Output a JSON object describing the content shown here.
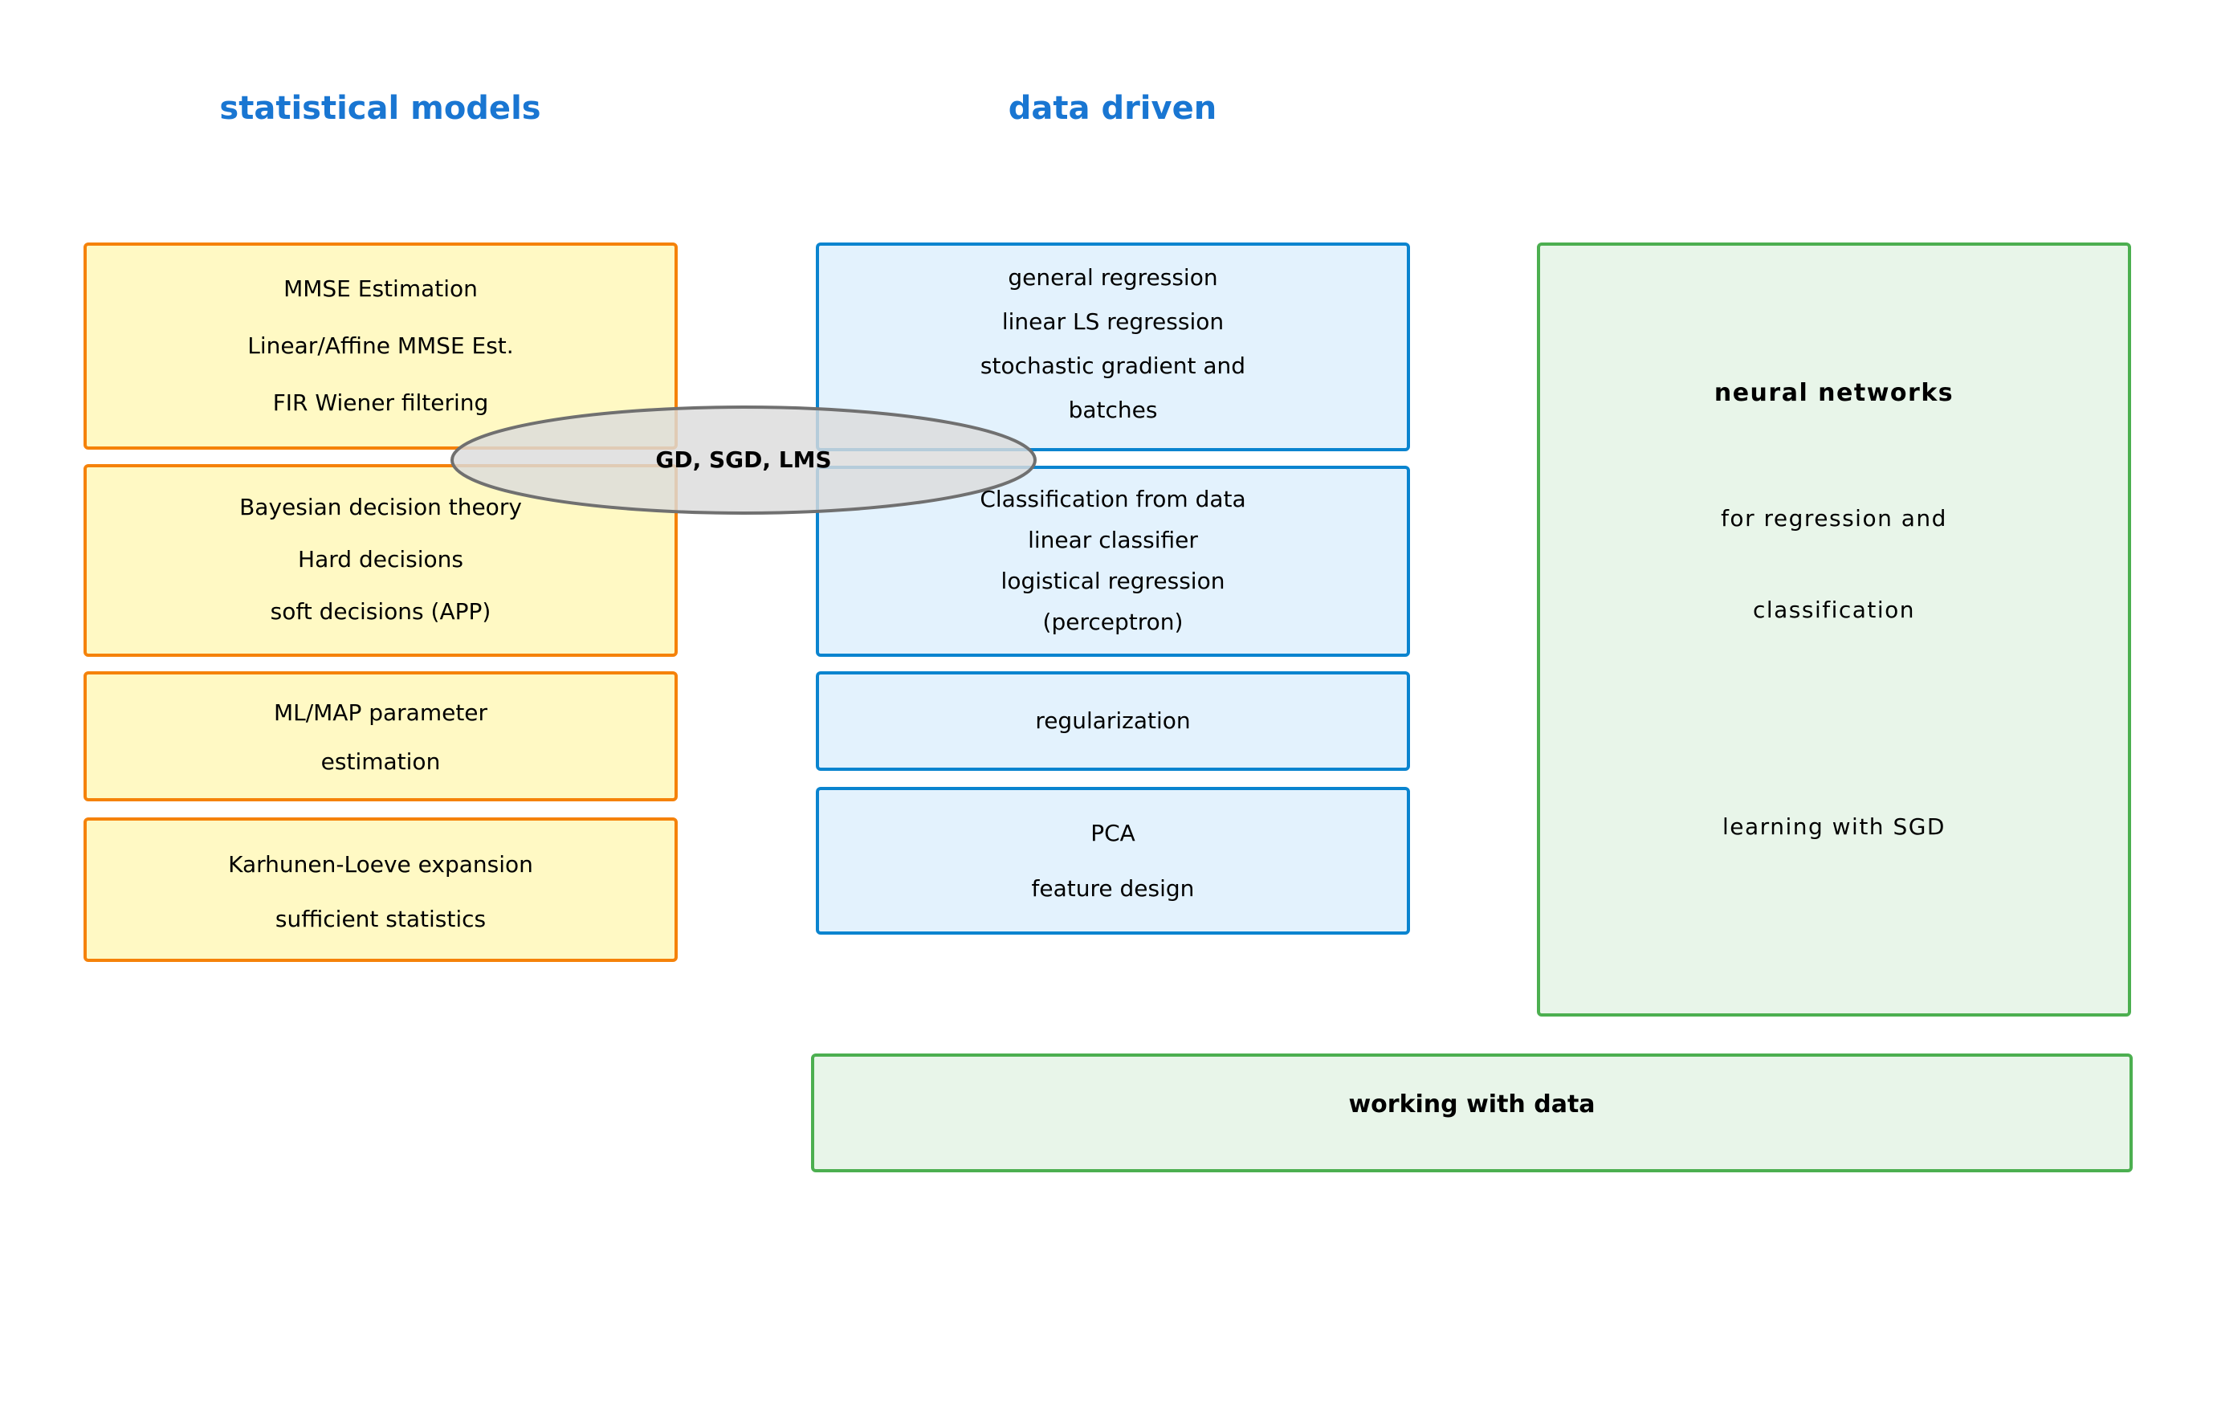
{
  "columns": {
    "statistical": {
      "title": "statistical models",
      "boxes": [
        {
          "lines": [
            "MMSE Estimation",
            "Linear/Affine MMSE Est.",
            "FIR Wiener filtering"
          ]
        },
        {
          "lines": [
            "Bayesian decision theory",
            "Hard decisions",
            "soft decisions (APP)"
          ]
        },
        {
          "lines": [
            "ML/MAP parameter",
            "estimation"
          ]
        },
        {
          "lines": [
            "Karhunen-Loeve expansion",
            "sufficient statistics"
          ]
        }
      ]
    },
    "data_driven": {
      "title": "data driven",
      "boxes": [
        {
          "lines": [
            "general regression",
            "linear LS regression",
            "stochastic gradient and",
            "batches"
          ]
        },
        {
          "lines": [
            "Classification from data",
            "linear classifier",
            "logistical regression",
            "(perceptron)"
          ]
        },
        {
          "lines": [
            "regularization"
          ]
        },
        {
          "lines": [
            "PCA",
            "feature design"
          ]
        }
      ]
    },
    "neural": {
      "title": "neural networks",
      "lines": [
        "for regression and",
        "classification",
        "learning with SGD"
      ]
    }
  },
  "bottom_box": {
    "label": "working with data"
  },
  "bridge": {
    "label": "GD, SGD, LMS"
  },
  "colors": {
    "title_blue": "#1976d2",
    "stat_fill": "#fff9c4",
    "stat_border": "#f5820a",
    "data_fill": "#e3f2fd",
    "data_border": "#0a84cf",
    "nn_fill": "#e8f5e9",
    "nn_border": "#4caf50",
    "bridge_fill": "#dcdcdc",
    "bridge_border": "#707070"
  }
}
